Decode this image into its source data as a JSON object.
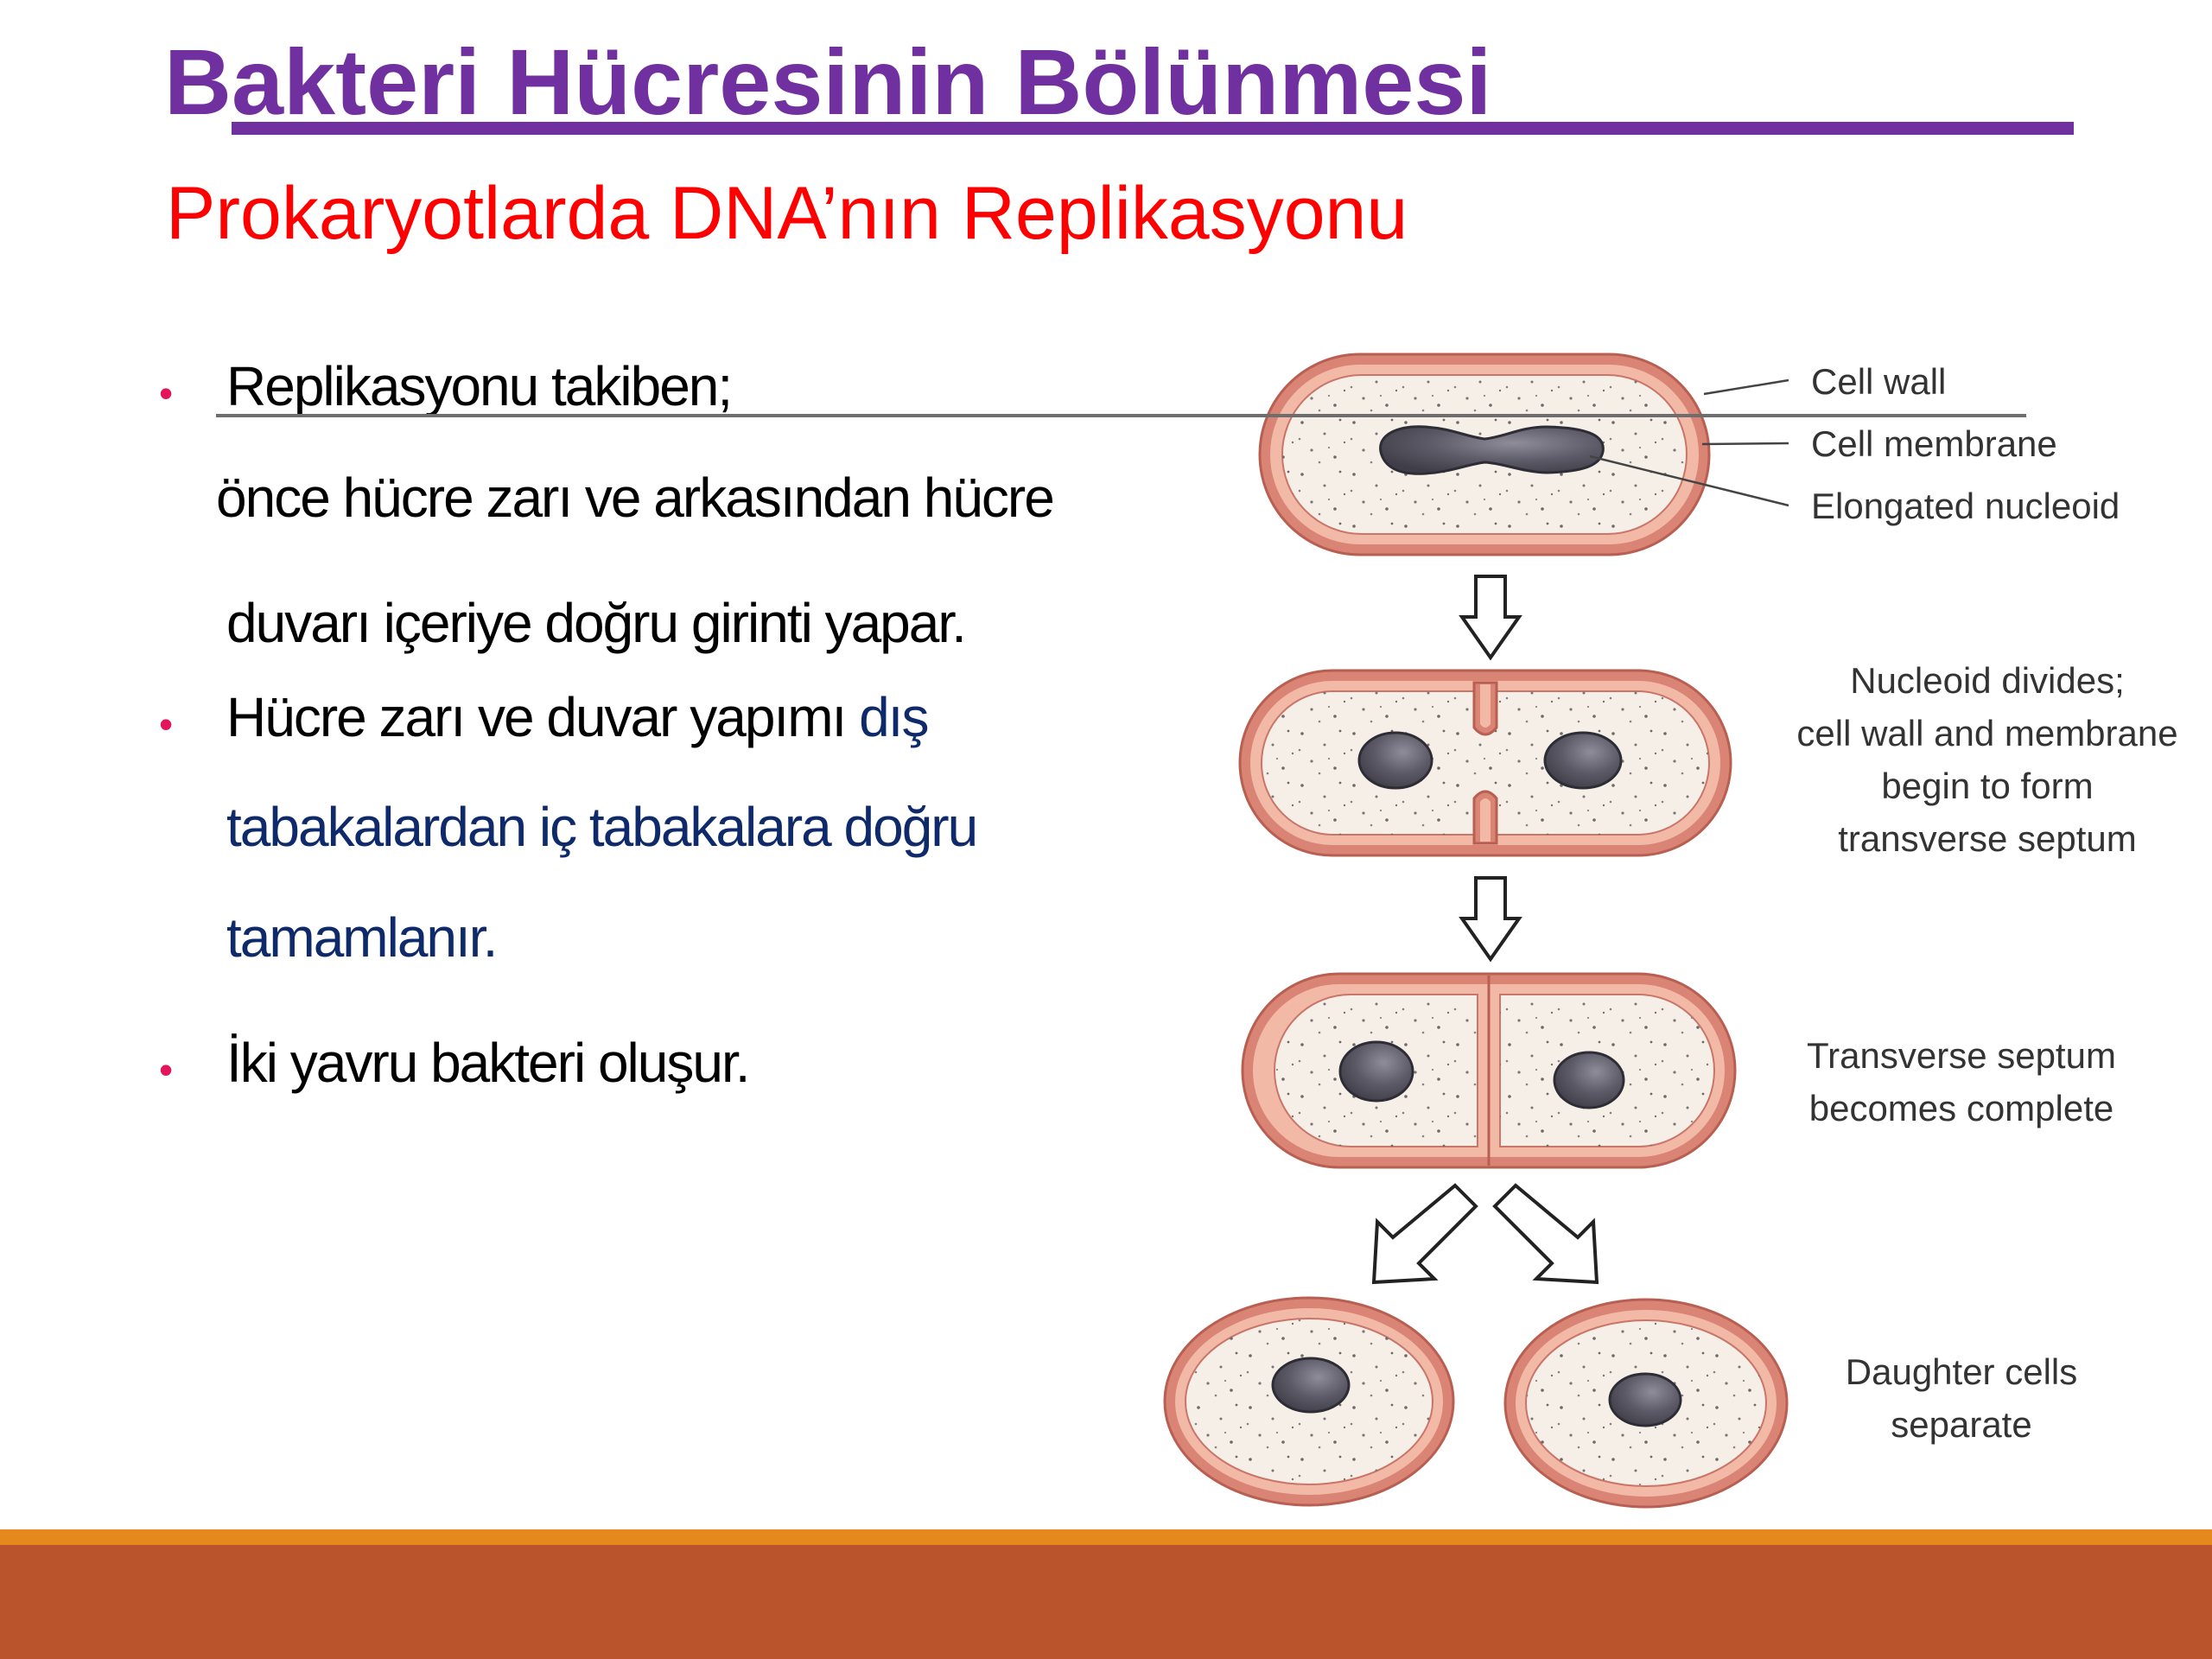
{
  "title": "Bakteri Hücresinin Bölünmesi",
  "subtitle": "Prokaryotlarda DNA’nın Replikasyonu",
  "bullets": {
    "b1": {
      "line1": "Replikasyonu takiben;",
      "line2": "önce hücre zarı ve arkasından hücre",
      "line3": "duvarı içeriye doğru girinti yapar."
    },
    "b2": {
      "line1_black": "Hücre zarı ve duvar yapımı",
      "line1_blue": "dış",
      "line2": "tabakalardan iç tabakalara doğru",
      "line3": "tamamlanır."
    },
    "b3": {
      "line1": "İki yavru bakteri oluşur."
    }
  },
  "diagram": {
    "labels": {
      "cell_wall": "Cell wall",
      "cell_membrane": "Cell membrane",
      "elongated_nucleoid": "Elongated nucleoid",
      "step2": [
        "Nucleoid divides;",
        "cell wall and membrane",
        "begin to form",
        "transverse septum"
      ],
      "step3": [
        "Transverse septum",
        "becomes complete"
      ],
      "step4": [
        "Daughter cells",
        "separate"
      ]
    }
  },
  "colors": {
    "title": "#7030a0",
    "subtitle": "#ff0000",
    "body_text": "#000000",
    "emphasis_text": "#0f2a6b",
    "bullet": "#e4145a",
    "cell_wall": "#d98474",
    "cell_membrane": "#f2b9a6",
    "cytoplasm": "#f6efe8",
    "nucleoid": "#5b5a66",
    "footer_orange": "#e6891c",
    "footer_band": "#b9542d"
  },
  "icons": {
    "bullet": "bullet-dot",
    "down_arrow": "hollow-down-arrow-icon",
    "diagonal_arrow": "hollow-diagonal-arrow-icon"
  }
}
